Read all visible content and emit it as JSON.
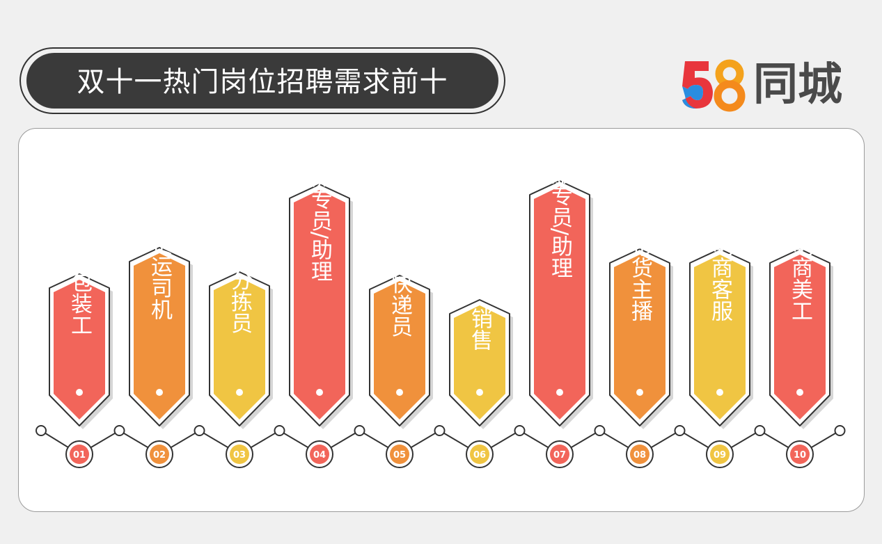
{
  "title": "双十一热门岗位招聘需求前十",
  "logo": {
    "number": "58",
    "text": "同城"
  },
  "colors": {
    "red": "#f2655a",
    "orange": "#f0913c",
    "yellow": "#f0c543",
    "dark": "#3a3a3a"
  },
  "jobs": [
    {
      "rank": "01",
      "label": "包装工",
      "color": "red"
    },
    {
      "rank": "02",
      "label": "货运司机",
      "color": "orange"
    },
    {
      "rank": "03",
      "label": "分拣员",
      "color": "yellow"
    },
    {
      "rank": "04",
      "label": "物流专员/助理",
      "color": "red"
    },
    {
      "rank": "05",
      "label": "快递员",
      "color": "orange"
    },
    {
      "rank": "06",
      "label": "销售",
      "color": "yellow"
    },
    {
      "rank": "07",
      "label": "客服专员/助理",
      "color": "red"
    },
    {
      "rank": "08",
      "label": "带货主播",
      "color": "orange"
    },
    {
      "rank": "09",
      "label": "电商客服",
      "color": "yellow"
    },
    {
      "rank": "10",
      "label": "电商美工",
      "color": "red"
    }
  ]
}
